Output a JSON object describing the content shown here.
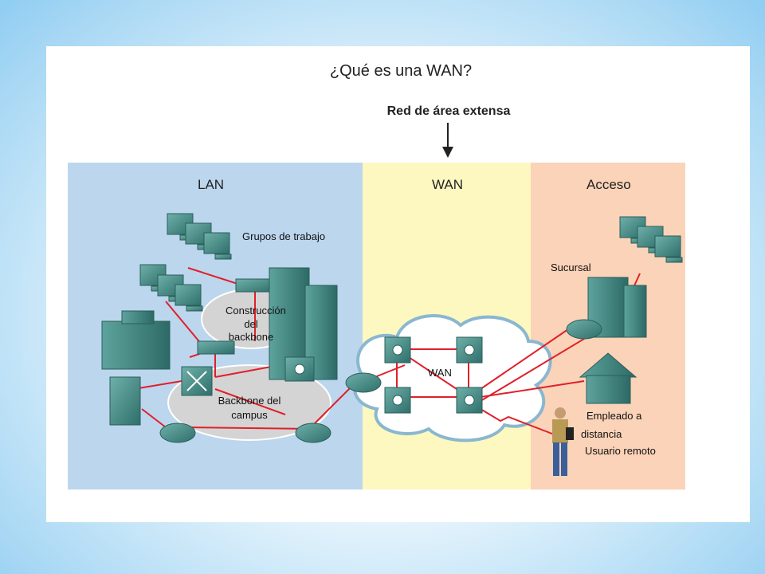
{
  "slide": {
    "title": "¿Qué es una WAN?",
    "callout": "Red de área extensa"
  },
  "zones": {
    "lan": "LAN",
    "wan": "WAN",
    "acceso": "Acceso"
  },
  "labels": {
    "grupos": "Grupos de trabajo",
    "construccion_1": "Construcción",
    "construccion_2": "del backbone",
    "backbone_1": "Backbone del",
    "backbone_2": "campus",
    "wan_cloud": "WAN",
    "sucursal": "Sucursal",
    "empleado_1": "Empleado a",
    "empleado_2": "distancia",
    "usuario": "Usuario remoto"
  },
  "colors": {
    "lan_zone": "#bcd6ee",
    "wan_zone": "#fdf8c0",
    "acceso_zone": "#fbd3b8",
    "device": "#3f8a86",
    "link": "#e0202a"
  }
}
